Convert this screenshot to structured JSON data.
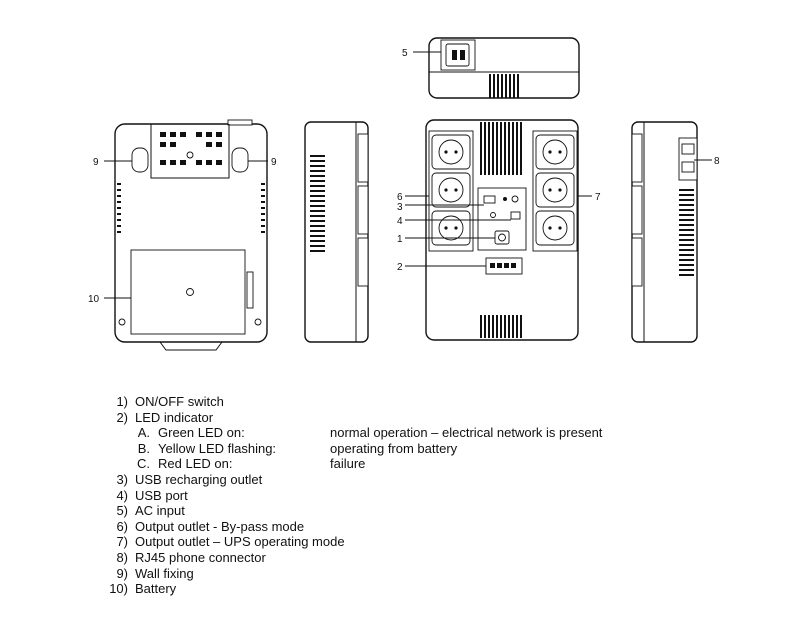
{
  "callouts": {
    "c1": "1",
    "c2": "2",
    "c3": "3",
    "c4": "4",
    "c5": "5",
    "c6": "6",
    "c7": "7",
    "c8": "8",
    "c9": "9",
    "c10": "10"
  },
  "legend": {
    "items": [
      {
        "num": "1)",
        "text": "ON/OFF switch"
      },
      {
        "num": "2)",
        "text": "LED indicator"
      }
    ],
    "led_states": [
      {
        "letter": "A.",
        "name": "Green LED on:",
        "meaning": "normal operation – electrical network is present"
      },
      {
        "letter": "B.",
        "name": "Yellow LED flashing:",
        "meaning": "operating from battery"
      },
      {
        "letter": "C.",
        "name": "Red LED on:",
        "meaning": "failure"
      }
    ],
    "items_rest": [
      {
        "num": "3)",
        "text": "USB recharging outlet"
      },
      {
        "num": "4)",
        "text": "USB port"
      },
      {
        "num": "5)",
        "text": "AC input"
      },
      {
        "num": "6)",
        "text": "Output outlet - By-pass mode"
      },
      {
        "num": "7)",
        "text": "Output outlet – UPS operating mode"
      },
      {
        "num": "8)",
        "text": "RJ45 phone connector"
      },
      {
        "num": "9)",
        "text": "Wall fixing"
      },
      {
        "num": "10)",
        "text": "Battery"
      }
    ]
  }
}
